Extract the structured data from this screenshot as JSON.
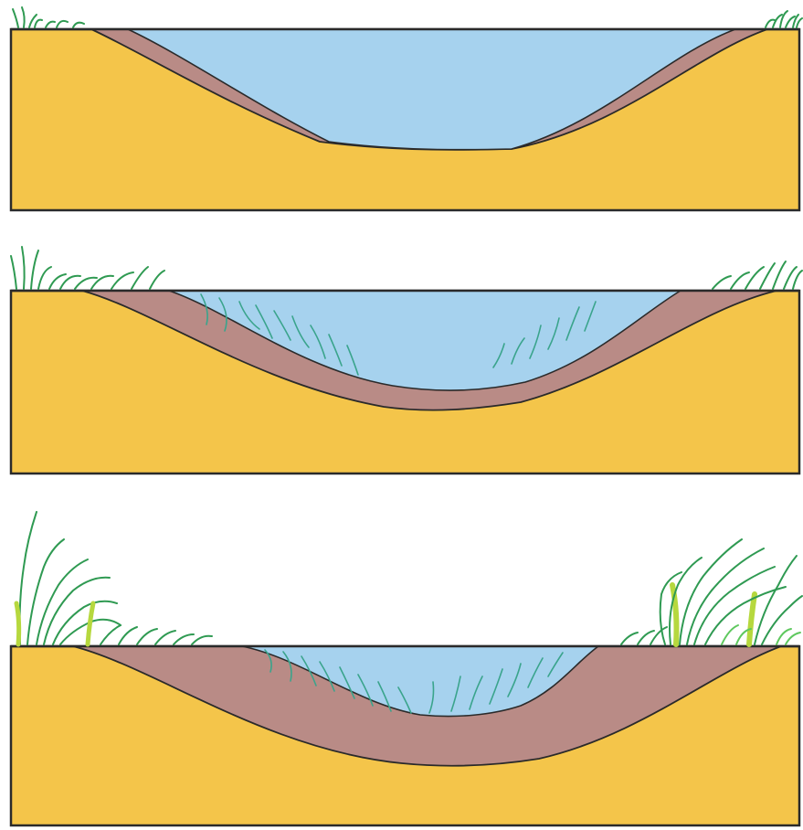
{
  "diagram": {
    "panels": [
      {
        "stage": 1,
        "sediment_layer": "thin",
        "submerged_plants": false,
        "bank_plants": "sparse"
      },
      {
        "stage": 2,
        "sediment_layer": "medium",
        "submerged_plants": true,
        "bank_plants": "moderate"
      },
      {
        "stage": 3,
        "sediment_layer": "thick",
        "submerged_plants": true,
        "bank_plants": "dense"
      }
    ],
    "colors": {
      "soil": "#f4c54a",
      "sediment": "#b98b86",
      "water": "#a6d2ee",
      "plant_dark": "#2f9a52",
      "plant_light": "#5ec85e",
      "plant_stem_light": "#b6d83e",
      "outline": "#2a2a2a"
    }
  }
}
